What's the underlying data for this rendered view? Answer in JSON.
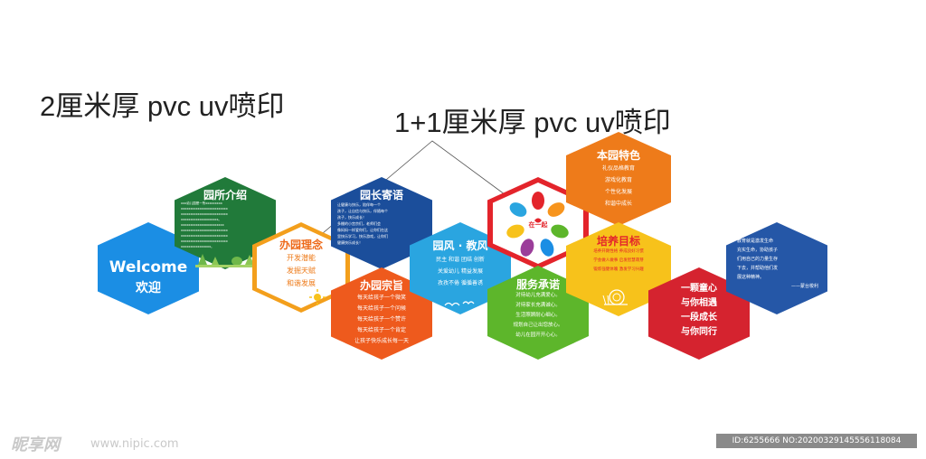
{
  "headings": {
    "left": "2厘米厚 pvc uv喷印",
    "right": "1+1厘米厚 pvc uv喷印"
  },
  "welcome": {
    "title": "Welcome",
    "subtitle": "欢迎"
  },
  "yuansuo": {
    "title": "园所介绍",
    "lines": [
      "xxx幼儿园是一所xxxxxxxxx",
      "xxxxxxxxxxxxxxxxxxxxxxxxx",
      "xxxxxxxxxxxxxxxxxxxxxxxxx",
      "xxxxxxxxxxxxxxxxxxxx。",
      "  xxxxxxxxxxxxxxxxxxxxxxx",
      "xxxxxxxxxxxxxxxxxxxxxxxxx",
      "xxxxxxxxxxxxxxxxxxxxxxxxx",
      "xxxxxxxxxxxxxxxxxxxxxxxxx",
      "xxxxxxxxxxxxxxxx。"
    ]
  },
  "banyuan_linian": {
    "title": "办园理念",
    "lines": [
      "开发潜能",
      "发掘天赋",
      "和谐发展"
    ]
  },
  "yuanzhang": {
    "title": "园长寄语",
    "lines": [
      "让健康与快乐，陪伴每一个",
      "孩子，让自信与快乐，伴随每个",
      "孩子，快乐成长！",
      "  多棚的小宫京们，老师们会",
      "像妈妈一样爱你们，让你们在这",
      "里快乐学习，快乐游戏，让你们",
      "健康快乐成长！"
    ]
  },
  "banyuan_zongzhi": {
    "title": "办园宗旨",
    "lines": [
      "每天给孩子一个微笑",
      "每天给孩子一个问候",
      "每天给孩子一个赞许",
      "每天给孩子一个肯定",
      "让孩子快乐成长每一天"
    ]
  },
  "yuanfeng": {
    "title": "园风 · 教风",
    "lines": [
      "民主  和谐  团结  创新",
      "关爱幼儿  精益发展",
      "孜孜不倦  循循善诱"
    ]
  },
  "center": {
    "badge": "在一起"
  },
  "tese": {
    "title": "本园特色",
    "lines": [
      "礼仪品格教育",
      "游戏化教育",
      "个性化发展",
      "和谐中成长"
    ]
  },
  "fuwu": {
    "title": "服务承诺",
    "lines": [
      "对待幼儿充满爱心。",
      "对待家长充满诚心。",
      "生活照顾耐心细心。",
      "规划自己让出您放心。",
      "幼儿在园开开心心。"
    ]
  },
  "peiyang": {
    "title": "培养目标",
    "lines": [
      "培养开朗性格    养成良好习惯",
      "学会做人做事    启发智慧萌芽",
      "锻炼强健体魄    激发学习兴趣"
    ]
  },
  "tongxin": {
    "lines": [
      "一颗童心",
      "与你相遇",
      "一段成长",
      "与你同行"
    ]
  },
  "jiaoyu": {
    "lines": [
      "教育就是激发生命",
      "充实生命，协助孩子",
      "们用自己的力量生存",
      "下去，并帮助他们发",
      "展这种精神。"
    ],
    "author": "——蒙台梭利"
  },
  "watermark": {
    "logo": "昵享网",
    "url": "www.nipic.com",
    "id": "ID:6255666 NO:20200329145556118084"
  },
  "colors": {
    "blue": "#1b8ee4",
    "green": "#217a3a",
    "orange_outline": "#f39f1c",
    "navy": "#1b4e9b",
    "orange_red": "#ee5a1d",
    "sky": "#2aa5e0",
    "red_outline": "#e3242b",
    "orange": "#ee7b1a",
    "lime": "#5db62b",
    "yellow": "#f7c21b",
    "crimson": "#d5232f",
    "royal": "#2557a7"
  }
}
